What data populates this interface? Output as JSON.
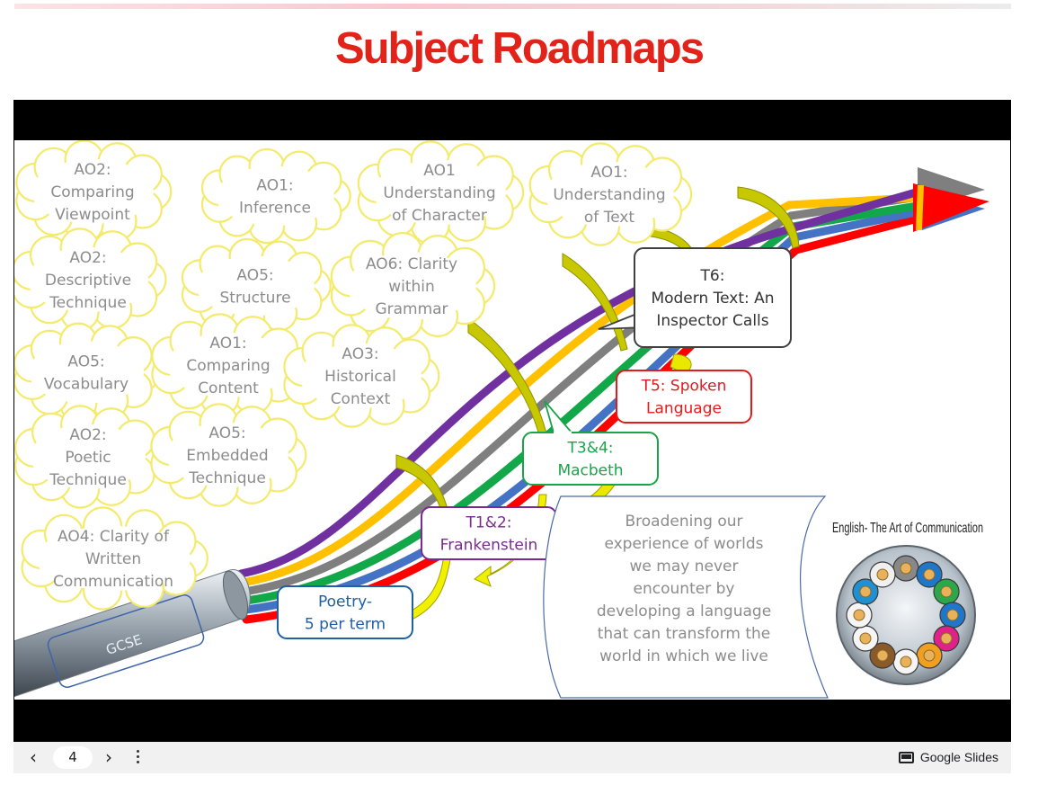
{
  "page": {
    "title": "Subject Roadmaps"
  },
  "slide": {
    "clouds": [
      {
        "lines": [
          "AO2:",
          "Comparing",
          "Viewpoint"
        ]
      },
      {
        "lines": [
          "AO1:",
          "Inference"
        ]
      },
      {
        "lines": [
          "AO1",
          "Understanding",
          "of Character"
        ]
      },
      {
        "lines": [
          "AO1:",
          "Understanding",
          "of Text"
        ]
      },
      {
        "lines": [
          "AO2:",
          "Descriptive",
          "Technique"
        ]
      },
      {
        "lines": [
          "AO5:",
          "Structure"
        ]
      },
      {
        "lines": [
          "AO6: Clarity",
          "within",
          "Grammar"
        ]
      },
      {
        "lines": [
          "AO5:",
          "Vocabulary"
        ]
      },
      {
        "lines": [
          "AO1:",
          "Comparing",
          "Content"
        ]
      },
      {
        "lines": [
          "AO3:",
          "Historical",
          "Context"
        ]
      },
      {
        "lines": [
          "AO2:",
          "Poetic",
          "Technique"
        ]
      },
      {
        "lines": [
          "AO5:",
          "Embedded",
          "Technique"
        ]
      },
      {
        "lines": [
          "AO4: Clarity of",
          "Written",
          "Communication"
        ]
      }
    ],
    "callouts": [
      {
        "lines": [
          "T6:",
          "Modern Text: An",
          "Inspector Calls"
        ],
        "color": "#404040"
      },
      {
        "lines": [
          "T5: Spoken",
          "Language"
        ],
        "color": "#e31b1b"
      },
      {
        "lines": [
          "T3&4:",
          "Macbeth"
        ],
        "color": "#1aa34a"
      },
      {
        "lines": [
          "T1&2:",
          "Frankenstein"
        ],
        "color": "#7a2a90"
      },
      {
        "lines": [
          "Poetry-",
          "5 per term"
        ],
        "color": "#1f5fa3"
      }
    ],
    "scroll_text": [
      "Broadening our",
      "experience of worlds",
      "we may never",
      "encounter by",
      "developing a language",
      "that can transform the",
      "world in which we live"
    ],
    "cable_label": "GCSE",
    "logo_title": "English- The Art of Communication",
    "colors": {
      "red": "#ff0000",
      "blue": "#4472c4",
      "green": "#12a84a",
      "grey": "#7f7f7f",
      "orange": "#ffc000",
      "purple": "#7030a0",
      "cloud": "#f4ea6b",
      "cloud_text": "#8c8c8c",
      "arrow": "#c8c800"
    }
  },
  "toolbar": {
    "prev_icon": "chevron-left-icon",
    "page_number": "4",
    "next_icon": "chevron-right-icon",
    "more_icon": "more-vert-icon",
    "brand_label": "Google Slides"
  }
}
